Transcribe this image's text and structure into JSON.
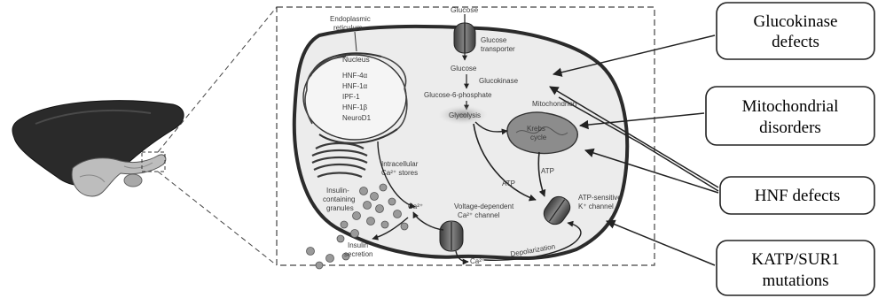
{
  "cell": {
    "glucose_top": "Glucose",
    "er": [
      "Endoplasmic",
      "reticulum"
    ],
    "glucose_transporter": [
      "Glucose",
      "transporter"
    ],
    "glucose_inside": "Glucose",
    "glucokinase": "Glucokinase",
    "g6p": "Glucose-6-phosphate",
    "glycolysis": "Glycolysis",
    "mitochondrion": "Mitochondrion",
    "krebs": [
      "Krebs",
      "cycle"
    ],
    "atp_left": "ATP",
    "atp_right": "ATP",
    "katp_channel": [
      "ATP-sensitive",
      "K⁺ channel"
    ],
    "nucleus": "Nucleus",
    "hnf_factors": [
      "HNF-4α",
      "HNF-1α",
      "IPF-1",
      "HNF-1β",
      "NeuroD1"
    ],
    "intracellular_ca": [
      "Intracellular",
      "Ca²⁺ stores"
    ],
    "granules": [
      "Insulin-",
      "containing",
      "granules"
    ],
    "ca_left": "Ca²⁺",
    "vdcc": [
      "Voltage-dependent",
      "Ca²⁺ channel"
    ],
    "ca_bottom": "Ca²⁺",
    "depolarization": "Depolarization",
    "insulin_secretion": [
      "Insulin",
      "secretion"
    ]
  },
  "defects": {
    "glucokinase": [
      "Glucokinase",
      "defects"
    ],
    "mitochondrial": [
      "Mitochondrial",
      "disorders"
    ],
    "hnf": "HNF defects",
    "katp": [
      "KATP/SUR1",
      "mutations"
    ]
  },
  "colors": {
    "organ_dark": "#2a2a2a",
    "pancreas": "#bdbdbd",
    "cell_fill": "#ececec",
    "membrane": "#2b2b2b",
    "channel": "#555555",
    "mito": "#8c8c8c",
    "granule": "#9a9a9a"
  }
}
